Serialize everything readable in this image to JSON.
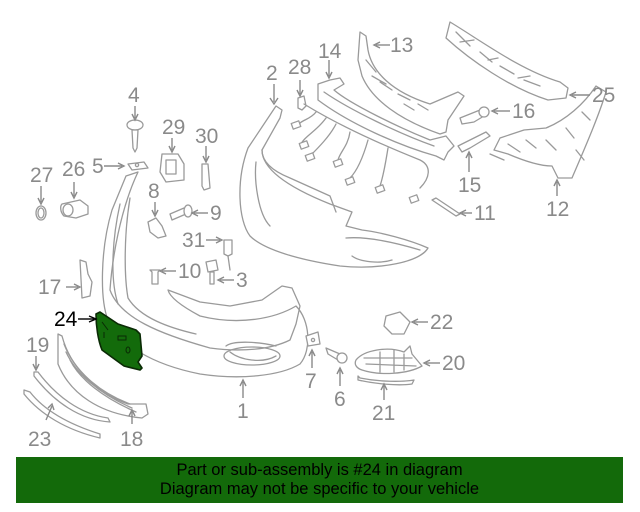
{
  "diagram": {
    "highlighted_part": "24",
    "highlight_color": "#136a0a",
    "callouts": [
      {
        "id": "1",
        "label": "1"
      },
      {
        "id": "2",
        "label": "2"
      },
      {
        "id": "3",
        "label": "3"
      },
      {
        "id": "4",
        "label": "4"
      },
      {
        "id": "5",
        "label": "5"
      },
      {
        "id": "6",
        "label": "6"
      },
      {
        "id": "7",
        "label": "7"
      },
      {
        "id": "8",
        "label": "8"
      },
      {
        "id": "9",
        "label": "9"
      },
      {
        "id": "10",
        "label": "10"
      },
      {
        "id": "11",
        "label": "11"
      },
      {
        "id": "12",
        "label": "12"
      },
      {
        "id": "13",
        "label": "13"
      },
      {
        "id": "14",
        "label": "14"
      },
      {
        "id": "15",
        "label": "15"
      },
      {
        "id": "16",
        "label": "16"
      },
      {
        "id": "17",
        "label": "17"
      },
      {
        "id": "18",
        "label": "18"
      },
      {
        "id": "19",
        "label": "19"
      },
      {
        "id": "20",
        "label": "20"
      },
      {
        "id": "21",
        "label": "21"
      },
      {
        "id": "22",
        "label": "22"
      },
      {
        "id": "23",
        "label": "23"
      },
      {
        "id": "24",
        "label": "24"
      },
      {
        "id": "25",
        "label": "25"
      },
      {
        "id": "26",
        "label": "26"
      },
      {
        "id": "27",
        "label": "27"
      },
      {
        "id": "28",
        "label": "28"
      },
      {
        "id": "29",
        "label": "29"
      },
      {
        "id": "30",
        "label": "30"
      },
      {
        "id": "31",
        "label": "31"
      }
    ]
  },
  "banner": {
    "line1": "Part or sub-assembly is #24 in diagram",
    "line2": "Diagram may not be specific to your vehicle",
    "background": "#136a0a"
  }
}
